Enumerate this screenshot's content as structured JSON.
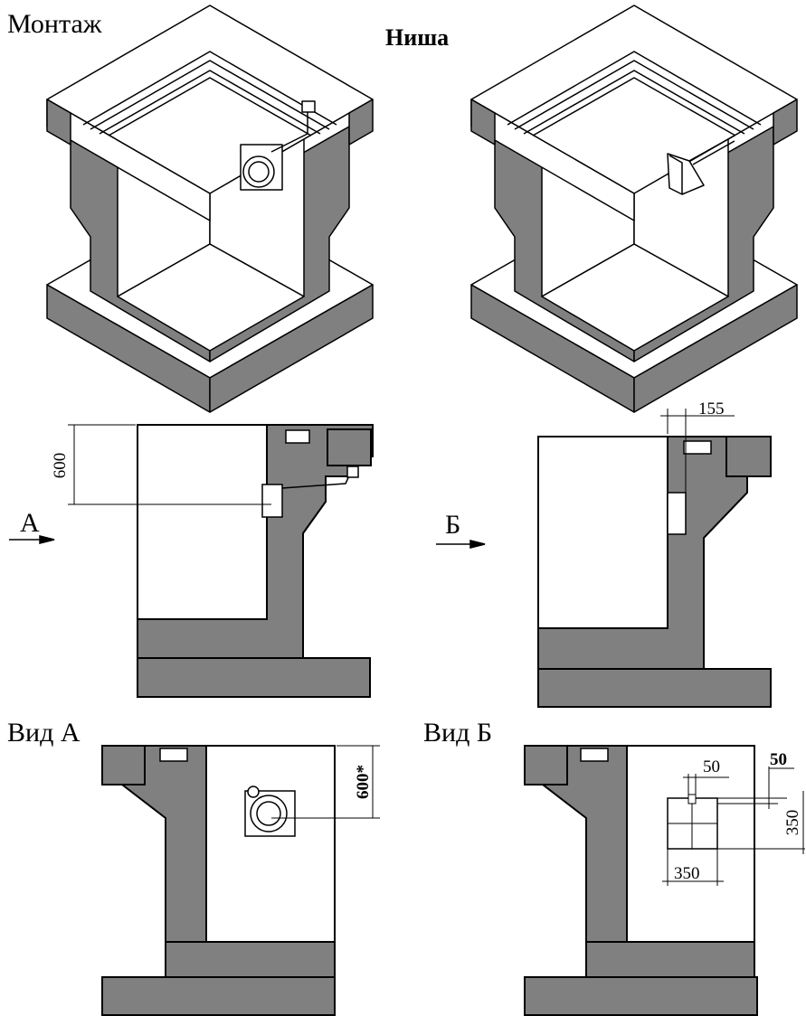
{
  "labels": {
    "montage": "Монтаж",
    "niche": "Ниша",
    "view_a": "Вид А",
    "view_b": "Вид Б",
    "arrow_a": "А",
    "arrow_b": "Б"
  },
  "dimensions": {
    "section_a_height": "600",
    "section_b_offset": "155",
    "view_a_height": "600*",
    "view_b_offset_top": "50",
    "view_b_offset_right": "50",
    "view_b_height": "350",
    "view_b_width": "350"
  },
  "colors": {
    "wall_fill": "#808080",
    "face_light": "#ffffff",
    "line": "#000000"
  }
}
